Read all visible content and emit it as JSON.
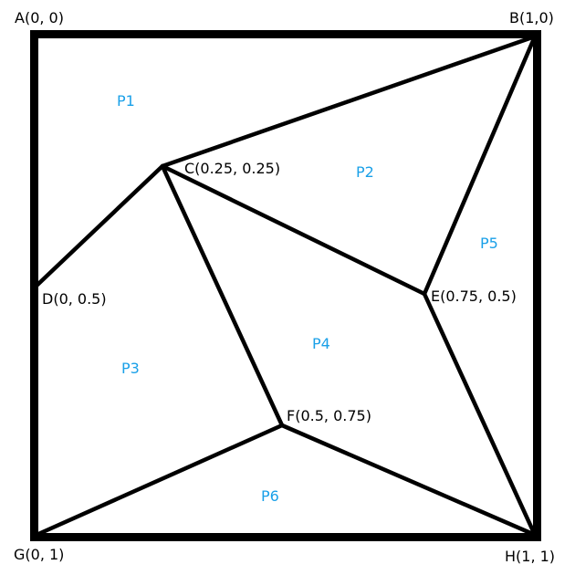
{
  "colors": {
    "line": "#000000",
    "region_label": "#1aa0e8",
    "background": "#ffffff"
  },
  "vertices": {
    "A": {
      "label": "A(0, 0)"
    },
    "B": {
      "label": "B(1,0)"
    },
    "C": {
      "label": "C(0.25, 0.25)"
    },
    "D": {
      "label": "D(0, 0.5)"
    },
    "E": {
      "label": "E(0.75, 0.5)"
    },
    "F": {
      "label": "F(0.5, 0.75)"
    },
    "G": {
      "label": "G(0, 1)"
    },
    "H": {
      "label": "H(1, 1)"
    }
  },
  "regions": {
    "P1": "P1",
    "P2": "P2",
    "P3": "P3",
    "P4": "P4",
    "P5": "P5",
    "P6": "P6"
  },
  "edges": [
    [
      "C",
      "B"
    ],
    [
      "C",
      "D"
    ],
    [
      "C",
      "E"
    ],
    [
      "C",
      "F"
    ],
    [
      "B",
      "E"
    ],
    [
      "E",
      "H"
    ],
    [
      "F",
      "G"
    ],
    [
      "F",
      "H"
    ]
  ]
}
